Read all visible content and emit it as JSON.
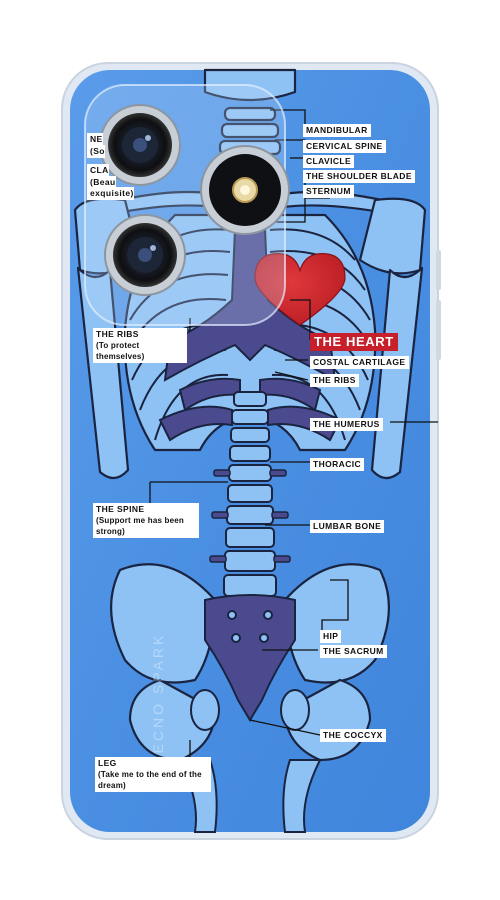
{
  "colors": {
    "case_blue": "#4a90e0",
    "case_light": "#6aa8ef",
    "bone_blue": "#8ec2f5",
    "bone_line": "#1a2440",
    "spine_purple": "#4b4a8f",
    "heart_red": "#d2282e",
    "camera_black": "#141414"
  },
  "brand_text": "TECNO SPARK",
  "labels": {
    "mandibular": "MANDIBULAR",
    "cervical_spine": "CERVICAL SPINE",
    "clavicle": "CLAVICLE",
    "shoulder_blade": "THE SHOULDER BLADE",
    "sternum": "STERNUM",
    "the_heart": "THE HEART",
    "costal_cartilage": "COSTAL CARTILAGE",
    "the_ribs_right": "THE RIBS",
    "the_humerus": "THE HUMERUS",
    "thoracic": "THORACIC",
    "lumbar_bone": "LUMBAR BONE",
    "hip": "HIP",
    "the_sacrum": "THE SACRUM",
    "the_coccyx": "THE COCCYX",
    "ne_partial": "NE",
    "so_partial": "(So",
    "cla_partial": "CLA",
    "beau_partial": "(Beau",
    "exquisite_partial": "exquisite)",
    "the_ribs_left_title": "THE RIBS",
    "the_ribs_left_sub": "(To protect themselves)",
    "the_spine_title": "THE SPINE",
    "the_spine_sub": "(Support me has been strong)",
    "leg_title": "LEG",
    "leg_sub": "(Take me to the end of the dream)"
  }
}
